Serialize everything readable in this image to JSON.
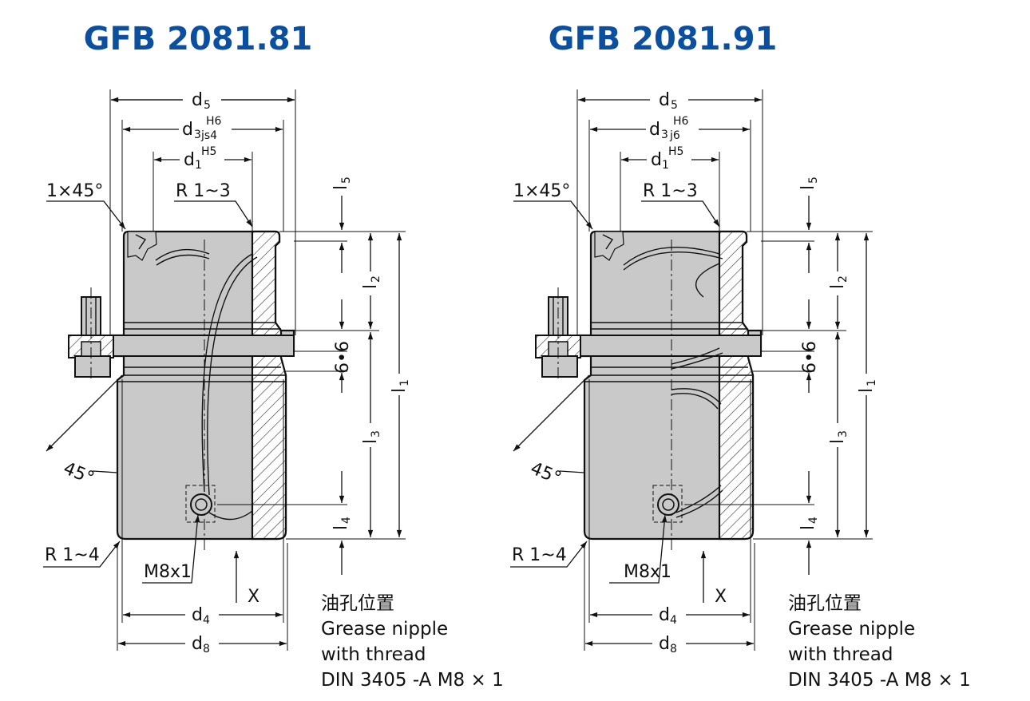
{
  "drawings": [
    {
      "title": "GFB 2081.81",
      "d5": "d",
      "d5_sub": "5",
      "d3": "d",
      "d3_sub": "3",
      "d3_tol_upper": "H6",
      "d3_tol_lower": "js4",
      "d1": "d",
      "d1_sub": "1",
      "d1_tol": "H5",
      "chamfer": "1×45°",
      "radius_top": "R 1~3",
      "radius_bottom": "R 1~4",
      "angle": "45°",
      "thread": "M8x1",
      "view": "X",
      "d4": "d",
      "d4_sub": "4",
      "d8": "d",
      "d8_sub": "8",
      "l5": "l",
      "l5_sub": "5",
      "l2": "l",
      "l2_sub": "2",
      "l1": "l",
      "l1_sub": "1",
      "l3": "l",
      "l3_sub": "3",
      "l4": "l",
      "l4_sub": "4",
      "groove": "6•6",
      "note_cn": "油孔位置",
      "note_line1": "Grease nipple",
      "note_line2": "with thread",
      "note_line3": "DIN 3405 -A M8 × 1"
    },
    {
      "title": "GFB 2081.91",
      "d5": "d",
      "d5_sub": "5",
      "d3": "d",
      "d3_sub": "3",
      "d3_tol_upper": "H6",
      "d3_tol_lower": "j6",
      "d1": "d",
      "d1_sub": "1",
      "d1_tol": "H5",
      "chamfer": "1×45°",
      "radius_top": "R 1~3",
      "radius_bottom": "R 1~4",
      "angle": "45°",
      "thread": "M8x1",
      "view": "X",
      "d4": "d",
      "d4_sub": "4",
      "d8": "d",
      "d8_sub": "8",
      "l5": "l",
      "l5_sub": "5",
      "l2": "l",
      "l2_sub": "2",
      "l1": "l",
      "l1_sub": "1",
      "l3": "l",
      "l3_sub": "3",
      "l4": "l",
      "l4_sub": "4",
      "groove": "6•6",
      "note_cn": "油孔位置",
      "note_line1": "Grease nipple",
      "note_line2": "with thread",
      "note_line3": "DIN 3405 -A M8 × 1"
    }
  ],
  "colors": {
    "title": "#0a4fa0",
    "body_fill": "#c9c9c9",
    "line": "#111111"
  }
}
